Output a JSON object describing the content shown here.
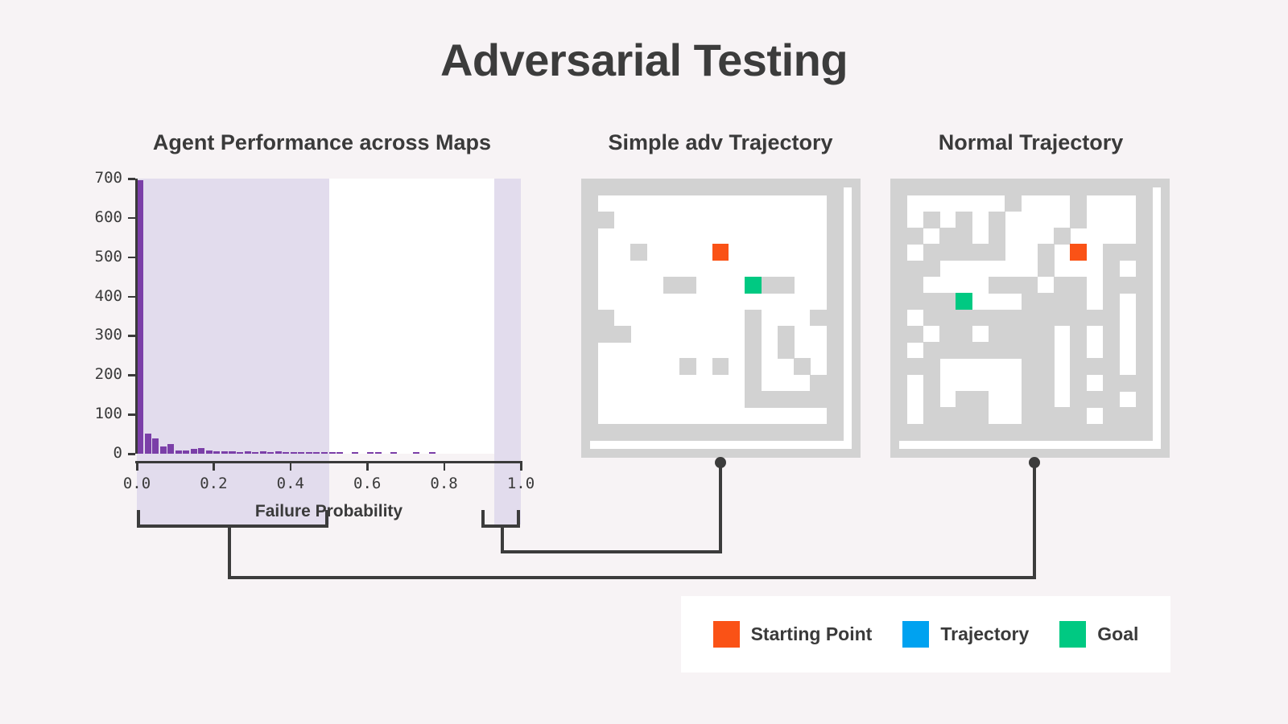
{
  "page": {
    "title": "Adversarial Testing",
    "background_color": "#f7f3f5"
  },
  "panels": {
    "histogram_title": "Agent Performance across Maps",
    "map1_title": "Simple adv Trajectory",
    "map2_title": "Normal Trajectory"
  },
  "chart_data": {
    "type": "bar",
    "title": "Agent Performance across Maps",
    "xlabel": "Failure Probability",
    "ylabel": "",
    "xlim": [
      0.0,
      1.0
    ],
    "ylim": [
      0,
      700
    ],
    "grid": false,
    "legend_position": "none",
    "bar_color": "#7b3fa8",
    "xtick_labels": [
      "0.0",
      "0.2",
      "0.4",
      "0.6",
      "0.8",
      "1.0"
    ],
    "xtick_values": [
      0.0,
      0.2,
      0.4,
      0.6,
      0.8,
      1.0
    ],
    "ytick_labels": [
      "0",
      "100",
      "200",
      "300",
      "400",
      "500",
      "600",
      "700"
    ],
    "ytick_values": [
      0,
      100,
      200,
      300,
      400,
      500,
      600,
      700
    ],
    "bin_width": 0.02,
    "x": [
      0.01,
      0.03,
      0.05,
      0.07,
      0.09,
      0.11,
      0.13,
      0.15,
      0.17,
      0.19,
      0.21,
      0.23,
      0.25,
      0.27,
      0.29,
      0.31,
      0.33,
      0.35,
      0.37,
      0.39,
      0.41,
      0.43,
      0.45,
      0.47,
      0.49,
      0.51,
      0.53,
      0.55,
      0.57,
      0.59,
      0.61,
      0.63,
      0.65,
      0.67,
      0.69,
      0.71,
      0.73,
      0.75,
      0.77,
      0.79,
      0.81,
      0.83,
      0.85,
      0.87,
      0.89,
      0.91,
      0.93,
      0.95,
      0.97,
      0.99
    ],
    "values": [
      695,
      52,
      38,
      19,
      24,
      8,
      9,
      12,
      14,
      8,
      7,
      7,
      6,
      4,
      7,
      5,
      6,
      5,
      6,
      4,
      3,
      2,
      2,
      1,
      1,
      4,
      1,
      0,
      3,
      0,
      2,
      1,
      0,
      3,
      0,
      0,
      1,
      0,
      2,
      0,
      0,
      0,
      0,
      0,
      0,
      0,
      0,
      0,
      0,
      0
    ],
    "highlight_bands": [
      {
        "from": 0.0,
        "to": 0.5,
        "color": "#e2dced",
        "label": "low-failure-region"
      },
      {
        "from": 0.93,
        "to": 1.0,
        "color": "#e2dced",
        "label": "high-failure-region"
      }
    ]
  },
  "legend": {
    "items": [
      {
        "label": "Starting Point",
        "color": "#fa5216",
        "name": "starting-point"
      },
      {
        "label": "Trajectory",
        "color": "#00a2f0",
        "name": "trajectory"
      },
      {
        "label": "Goal",
        "color": "#00c982",
        "name": "goal"
      }
    ]
  },
  "maps": {
    "grid_size": 16,
    "wall_color": "#d2d2d2",
    "free_color": "#ffffff",
    "start_color": "#fa5216",
    "goal_color": "#00c982",
    "map1": {
      "name": "simple-adv-map",
      "start": [
        8,
        4
      ],
      "goal": [
        10,
        6
      ],
      "walls": [
        [
          0,
          0
        ],
        [
          1,
          0
        ],
        [
          2,
          0
        ],
        [
          3,
          0
        ],
        [
          4,
          0
        ],
        [
          5,
          0
        ],
        [
          6,
          0
        ],
        [
          7,
          0
        ],
        [
          8,
          0
        ],
        [
          9,
          0
        ],
        [
          10,
          0
        ],
        [
          11,
          0
        ],
        [
          12,
          0
        ],
        [
          13,
          0
        ],
        [
          14,
          0
        ],
        [
          15,
          0
        ],
        [
          0,
          1
        ],
        [
          15,
          1
        ],
        [
          0,
          2
        ],
        [
          1,
          2
        ],
        [
          15,
          2
        ],
        [
          0,
          3
        ],
        [
          15,
          3
        ],
        [
          0,
          4
        ],
        [
          3,
          4
        ],
        [
          15,
          4
        ],
        [
          0,
          5
        ],
        [
          15,
          5
        ],
        [
          0,
          6
        ],
        [
          5,
          6
        ],
        [
          6,
          6
        ],
        [
          11,
          6
        ],
        [
          12,
          6
        ],
        [
          15,
          6
        ],
        [
          0,
          7
        ],
        [
          15,
          7
        ],
        [
          0,
          8
        ],
        [
          1,
          8
        ],
        [
          10,
          8
        ],
        [
          14,
          8
        ],
        [
          15,
          8
        ],
        [
          0,
          9
        ],
        [
          1,
          9
        ],
        [
          2,
          9
        ],
        [
          10,
          9
        ],
        [
          12,
          9
        ],
        [
          15,
          9
        ],
        [
          0,
          10
        ],
        [
          10,
          10
        ],
        [
          12,
          10
        ],
        [
          15,
          10
        ],
        [
          0,
          11
        ],
        [
          6,
          11
        ],
        [
          8,
          11
        ],
        [
          10,
          11
        ],
        [
          13,
          11
        ],
        [
          15,
          11
        ],
        [
          0,
          12
        ],
        [
          10,
          12
        ],
        [
          14,
          12
        ],
        [
          15,
          12
        ],
        [
          0,
          13
        ],
        [
          10,
          13
        ],
        [
          11,
          13
        ],
        [
          12,
          13
        ],
        [
          13,
          13
        ],
        [
          14,
          13
        ],
        [
          15,
          13
        ],
        [
          0,
          14
        ],
        [
          15,
          14
        ],
        [
          0,
          15
        ],
        [
          1,
          15
        ],
        [
          2,
          15
        ],
        [
          3,
          15
        ],
        [
          4,
          15
        ],
        [
          5,
          15
        ],
        [
          6,
          15
        ],
        [
          7,
          15
        ],
        [
          8,
          15
        ],
        [
          9,
          15
        ],
        [
          10,
          15
        ],
        [
          11,
          15
        ],
        [
          12,
          15
        ],
        [
          13,
          15
        ],
        [
          14,
          15
        ],
        [
          15,
          15
        ]
      ]
    },
    "map2": {
      "name": "normal-map",
      "start": [
        11,
        4
      ],
      "goal": [
        4,
        7
      ],
      "walls": [
        [
          0,
          0
        ],
        [
          1,
          0
        ],
        [
          2,
          0
        ],
        [
          3,
          0
        ],
        [
          4,
          0
        ],
        [
          5,
          0
        ],
        [
          6,
          0
        ],
        [
          7,
          0
        ],
        [
          8,
          0
        ],
        [
          9,
          0
        ],
        [
          10,
          0
        ],
        [
          11,
          0
        ],
        [
          12,
          0
        ],
        [
          13,
          0
        ],
        [
          14,
          0
        ],
        [
          15,
          0
        ],
        [
          0,
          1
        ],
        [
          7,
          1
        ],
        [
          11,
          1
        ],
        [
          15,
          1
        ],
        [
          0,
          2
        ],
        [
          2,
          2
        ],
        [
          4,
          2
        ],
        [
          6,
          2
        ],
        [
          11,
          2
        ],
        [
          15,
          2
        ],
        [
          0,
          3
        ],
        [
          1,
          3
        ],
        [
          3,
          3
        ],
        [
          4,
          3
        ],
        [
          6,
          3
        ],
        [
          10,
          3
        ],
        [
          15,
          3
        ],
        [
          0,
          4
        ],
        [
          2,
          4
        ],
        [
          3,
          4
        ],
        [
          4,
          4
        ],
        [
          5,
          4
        ],
        [
          6,
          4
        ],
        [
          9,
          4
        ],
        [
          13,
          4
        ],
        [
          14,
          4
        ],
        [
          15,
          4
        ],
        [
          0,
          5
        ],
        [
          1,
          5
        ],
        [
          2,
          5
        ],
        [
          9,
          5
        ],
        [
          13,
          5
        ],
        [
          15,
          5
        ],
        [
          0,
          6
        ],
        [
          1,
          6
        ],
        [
          6,
          6
        ],
        [
          7,
          6
        ],
        [
          8,
          6
        ],
        [
          10,
          6
        ],
        [
          11,
          6
        ],
        [
          13,
          6
        ],
        [
          14,
          6
        ],
        [
          15,
          6
        ],
        [
          0,
          7
        ],
        [
          1,
          7
        ],
        [
          2,
          7
        ],
        [
          3,
          7
        ],
        [
          8,
          7
        ],
        [
          9,
          7
        ],
        [
          10,
          7
        ],
        [
          11,
          7
        ],
        [
          13,
          7
        ],
        [
          15,
          7
        ],
        [
          0,
          8
        ],
        [
          2,
          8
        ],
        [
          3,
          8
        ],
        [
          4,
          8
        ],
        [
          5,
          8
        ],
        [
          6,
          8
        ],
        [
          7,
          8
        ],
        [
          8,
          8
        ],
        [
          9,
          8
        ],
        [
          10,
          8
        ],
        [
          11,
          8
        ],
        [
          12,
          8
        ],
        [
          13,
          8
        ],
        [
          15,
          8
        ],
        [
          0,
          9
        ],
        [
          1,
          9
        ],
        [
          3,
          9
        ],
        [
          4,
          9
        ],
        [
          6,
          9
        ],
        [
          7,
          9
        ],
        [
          8,
          9
        ],
        [
          9,
          9
        ],
        [
          11,
          9
        ],
        [
          13,
          9
        ],
        [
          15,
          9
        ],
        [
          0,
          10
        ],
        [
          2,
          10
        ],
        [
          3,
          10
        ],
        [
          4,
          10
        ],
        [
          5,
          10
        ],
        [
          6,
          10
        ],
        [
          7,
          10
        ],
        [
          8,
          10
        ],
        [
          9,
          10
        ],
        [
          11,
          10
        ],
        [
          13,
          10
        ],
        [
          15,
          10
        ],
        [
          0,
          11
        ],
        [
          1,
          11
        ],
        [
          2,
          11
        ],
        [
          8,
          11
        ],
        [
          9,
          11
        ],
        [
          11,
          11
        ],
        [
          12,
          11
        ],
        [
          13,
          11
        ],
        [
          15,
          11
        ],
        [
          0,
          12
        ],
        [
          2,
          12
        ],
        [
          8,
          12
        ],
        [
          9,
          12
        ],
        [
          11,
          12
        ],
        [
          13,
          12
        ],
        [
          14,
          12
        ],
        [
          15,
          12
        ],
        [
          0,
          13
        ],
        [
          2,
          13
        ],
        [
          4,
          13
        ],
        [
          5,
          13
        ],
        [
          8,
          13
        ],
        [
          9,
          13
        ],
        [
          11,
          13
        ],
        [
          12,
          13
        ],
        [
          13,
          13
        ],
        [
          15,
          13
        ],
        [
          0,
          14
        ],
        [
          2,
          14
        ],
        [
          3,
          14
        ],
        [
          4,
          14
        ],
        [
          5,
          14
        ],
        [
          8,
          14
        ],
        [
          9,
          14
        ],
        [
          10,
          14
        ],
        [
          11,
          14
        ],
        [
          13,
          14
        ],
        [
          14,
          14
        ],
        [
          15,
          14
        ],
        [
          0,
          15
        ],
        [
          1,
          15
        ],
        [
          2,
          15
        ],
        [
          3,
          15
        ],
        [
          4,
          15
        ],
        [
          5,
          15
        ],
        [
          6,
          15
        ],
        [
          7,
          15
        ],
        [
          8,
          15
        ],
        [
          9,
          15
        ],
        [
          10,
          15
        ],
        [
          11,
          15
        ],
        [
          12,
          15
        ],
        [
          13,
          15
        ],
        [
          14,
          15
        ],
        [
          15,
          15
        ]
      ]
    }
  }
}
